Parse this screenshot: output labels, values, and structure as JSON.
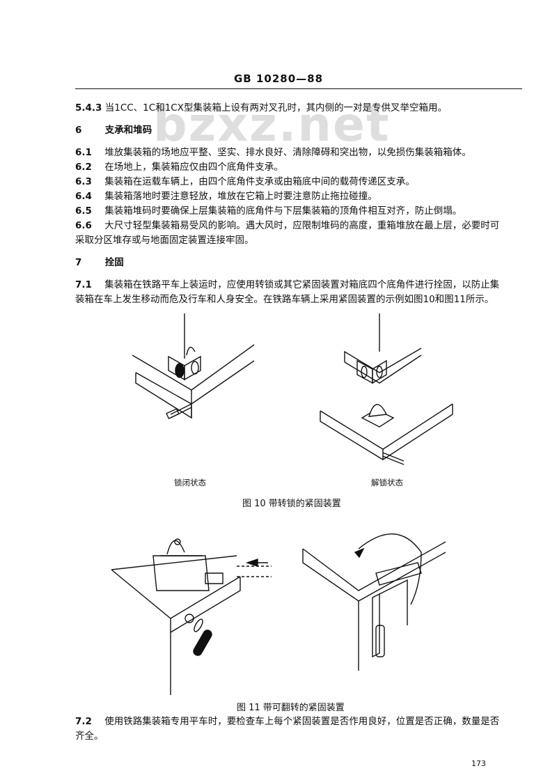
{
  "header": {
    "code": "GB 10280—88"
  },
  "watermark": "bzxz.net",
  "paragraphs": [
    {
      "num": "5.4.3",
      "text": "当1CC、1C和1CX型集装箱上设有两对叉孔时，其内侧的一对是专供叉举空箱用。"
    },
    {
      "num": "6",
      "text": "支承和堆码"
    },
    {
      "num": "6.1",
      "text": "堆放集装箱的场地应平整、坚实、排水良好、清除障碍和突出物，以免损伤集装箱箱体。"
    },
    {
      "num": "6.2",
      "text": "在场地上，集装箱应仅由四个底角件支承。"
    },
    {
      "num": "6.3",
      "text": "集装箱在运载车辆上，由四个底角件支承或由箱底中间的载荷传递区支承。"
    },
    {
      "num": "6.4",
      "text": "集装箱落地时要注意轻放，堆放在它箱上时要注意防止拖拉碰撞。"
    },
    {
      "num": "6.5",
      "text": "集装箱堆码时要确保上层集装箱的底角件与下层集装箱的顶角件相互对齐，防止倒塌。"
    },
    {
      "num": "6.6",
      "text": "大尺寸轻型集装箱易受风的影响。遇大风时，应限制堆码的高度，重箱堆放在最上层，必要时可"
    },
    {
      "num": "",
      "text": "采取分区堆存或与地面固定装置连接牢固。"
    },
    {
      "num": "7",
      "text": "拴固"
    },
    {
      "num": "7.1",
      "text": "集装箱在铁路平车上装运时，应使用转锁或其它紧固装置对箱底四个底角件进行拴固，以防止集"
    },
    {
      "num": "",
      "text": "装箱在车上发生移动而危及行车和人身安全。在铁路车辆上采用紧固装置的示例如图10和图11所示。"
    }
  ],
  "figure10": {
    "left_label": "锁闭状态",
    "right_label": "解锁状态",
    "caption": "图 10  带转锁的紧固装置"
  },
  "figure11": {
    "caption": "图 11  带可翻转的紧固装置"
  },
  "paragraph_7_2": {
    "num": "7.2",
    "line1": "使用铁路集装箱专用平车时，要检查车上每个紧固装置是否作用良好，位置是否正确，数量是否",
    "line2": "齐全。"
  },
  "page_number": "173"
}
